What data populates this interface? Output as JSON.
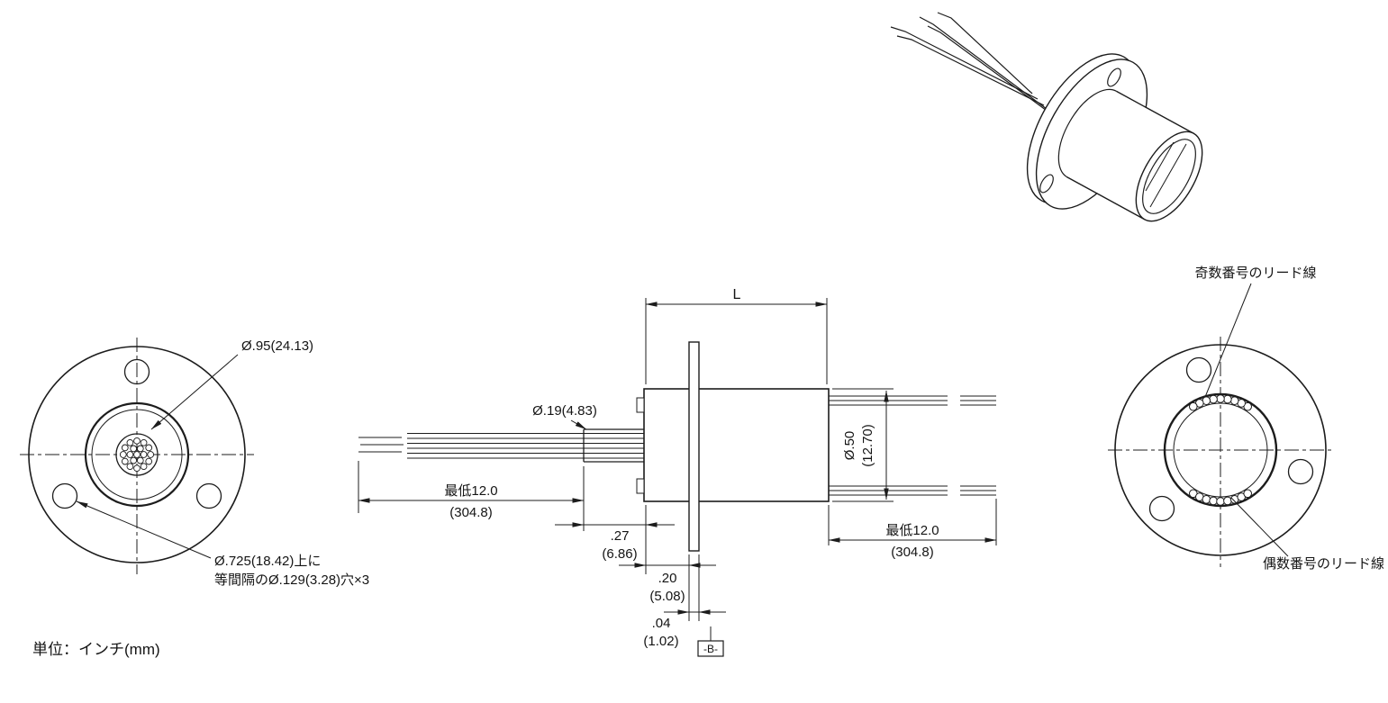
{
  "footer": {
    "units": "単位：インチ(mm)"
  },
  "left_view": {
    "dia_label": "Ø.95(24.13)",
    "holes_note1": "Ø.725(18.42)上に",
    "holes_note2": "等間隔のØ.129(3.28)穴×3"
  },
  "side_view": {
    "len": "L",
    "wire_dia": "Ø.19(4.83)",
    "min_left_1": "最低12.0",
    "min_left_2": "(304.8)",
    "d27_1": ".27",
    "d27_2": "(6.86)",
    "d20_1": ".20",
    "d20_2": "(5.08)",
    "d04_1": ".04",
    "d04_2": "(1.02)",
    "body_dia_1": "Ø.50",
    "body_dia_2": "(12.70)",
    "min_right_1": "最低12.0",
    "min_right_2": "(304.8)",
    "datum": "-B-"
  },
  "right_view": {
    "odd_leads": "奇数番号のリード線",
    "even_leads": "偶数番号のリード線"
  }
}
